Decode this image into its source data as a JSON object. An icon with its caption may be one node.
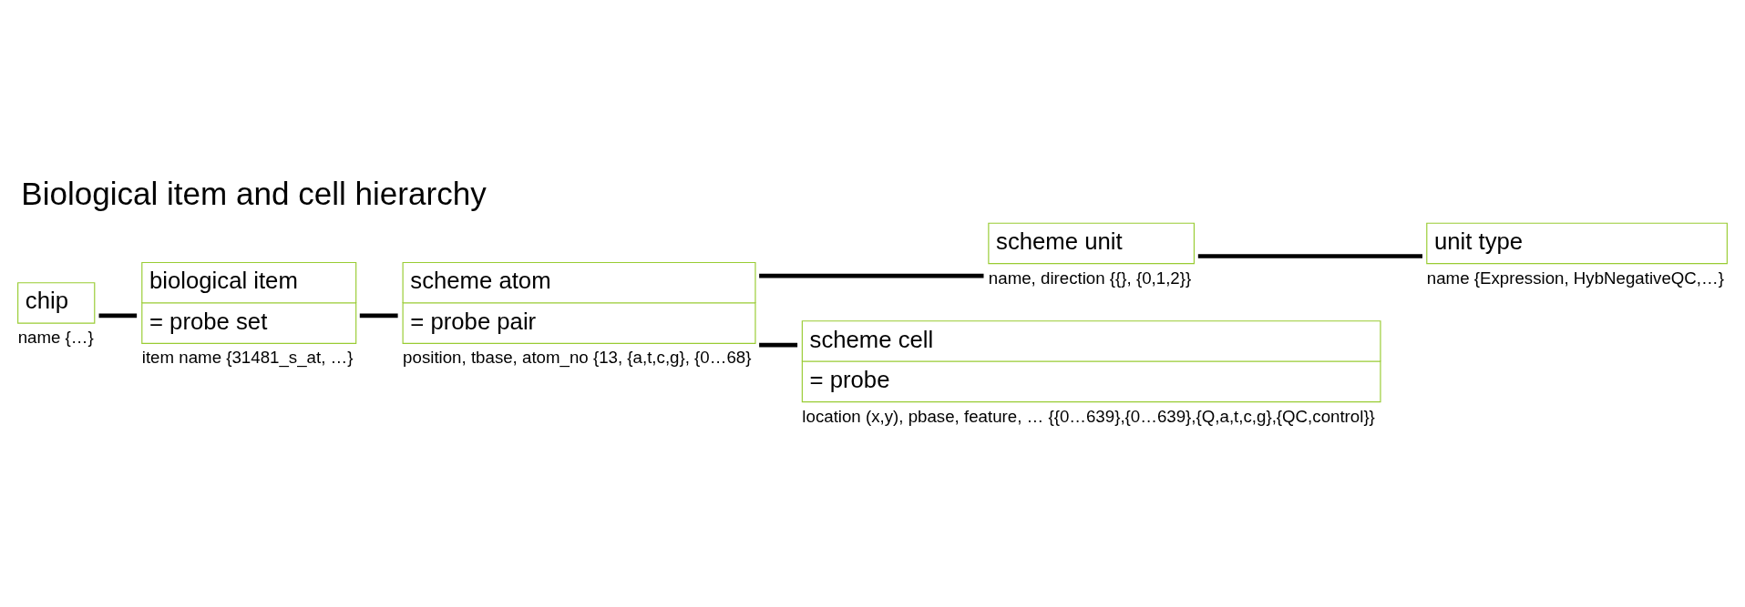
{
  "diagram": {
    "title": "Biological item and cell hierarchy",
    "nodes": [
      {
        "text": [
          "chip"
        ],
        "beside": [
          "name {…}"
        ]
      },
      {
        "text": [
          "biological item",
          "= probe set"
        ],
        "beside": [
          "item name {31481_s_at, …}"
        ]
      },
      {
        "text": [
          "scheme atom",
          "= probe pair"
        ],
        "beside": [
          "position, tbase, atom_no {13, {a,t,c,g}, {0…68}"
        ]
      },
      {
        "text": [
          "scheme unit"
        ],
        "beside": [
          "name, direction {{}, {0,1,2}}"
        ]
      },
      {
        "text": [
          "unit type"
        ],
        "beside": [
          "name {Expression, HybNegativeQC,…}"
        ]
      },
      {
        "text": [
          "scheme cell",
          "= probe"
        ],
        "beside": [
          "location (x,y), pbase, feature, … {{0…639},{0…639},{Q,a,t,c,g},{QC,control}}"
        ]
      }
    ],
    "edges": [
      {
        "from": 0,
        "to": 1,
        "arrow": "none"
      },
      {
        "from": 1,
        "to": 2,
        "arrow": "none"
      },
      {
        "from": 2,
        "to": 3,
        "arrow": "none"
      },
      {
        "from": 3,
        "to": 4,
        "arrow": "none"
      },
      {
        "from": 2,
        "to": 5,
        "arrow": "none"
      }
    ]
  }
}
